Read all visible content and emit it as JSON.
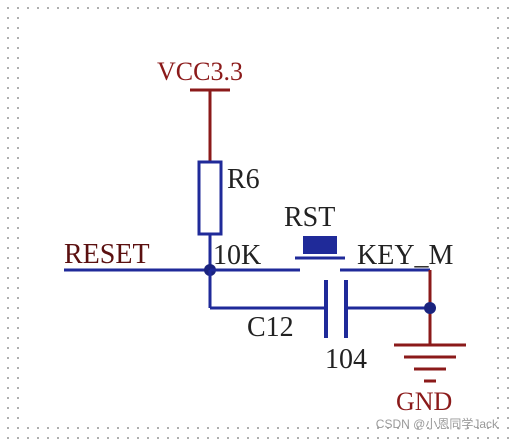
{
  "schematic": {
    "power_label": "VCC3.3",
    "resistor_ref": "R6",
    "resistor_value": "10K",
    "net_label": "RESET",
    "switch_ref": "RST",
    "switch_value": "KEY_M",
    "capacitor_ref": "C12",
    "capacitor_value": "104",
    "ground_label": "GND"
  },
  "watermark": "CSDN @小恩同学Jack",
  "colors": {
    "wire": "#1f2a99",
    "power": "#8b1a1a",
    "component": "#1f2a99",
    "junction": "#1a237e"
  }
}
